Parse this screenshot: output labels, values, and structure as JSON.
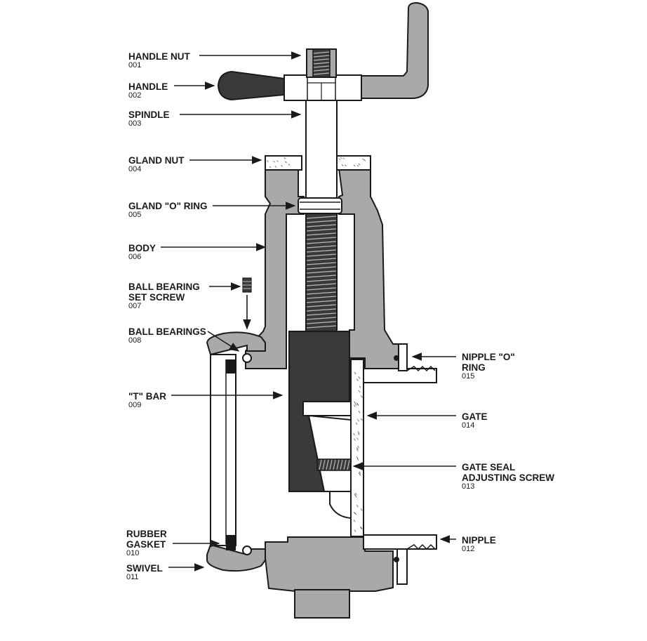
{
  "colors": {
    "ink": "#1a1a1a",
    "body_gray": "#a9a9a9",
    "dark_part": "#3a3a3a",
    "white": "#ffffff"
  },
  "parts": [
    {
      "key": "handle_nut",
      "name": "HANDLE NUT",
      "number": "001"
    },
    {
      "key": "handle",
      "name": "HANDLE",
      "number": "002"
    },
    {
      "key": "spindle",
      "name": "SPINDLE",
      "number": "003"
    },
    {
      "key": "gland_nut",
      "name": "GLAND NUT",
      "number": "004"
    },
    {
      "key": "gland_o_ring",
      "name": "GLAND \"O\" RING",
      "number": "005"
    },
    {
      "key": "body",
      "name": "BODY",
      "number": "006"
    },
    {
      "key": "ball_bearing_set_screw",
      "name": "BALL BEARING\nSET SCREW",
      "number": "007"
    },
    {
      "key": "ball_bearings",
      "name": "BALL BEARINGS",
      "number": "008"
    },
    {
      "key": "t_bar",
      "name": "\"T\" BAR",
      "number": "009"
    },
    {
      "key": "rubber_gasket",
      "name": "RUBBER\nGASKET",
      "number": "010"
    },
    {
      "key": "swivel",
      "name": "SWIVEL",
      "number": "011"
    },
    {
      "key": "nipple",
      "name": "NIPPLE",
      "number": "012"
    },
    {
      "key": "gate_seal_adjusting_screw",
      "name": "GATE SEAL\nADJUSTING SCREW",
      "number": "013"
    },
    {
      "key": "gate",
      "name": "GATE",
      "number": "014"
    },
    {
      "key": "nipple_o_ring",
      "name": "NIPPLE \"O\"\nRING",
      "number": "015"
    }
  ]
}
